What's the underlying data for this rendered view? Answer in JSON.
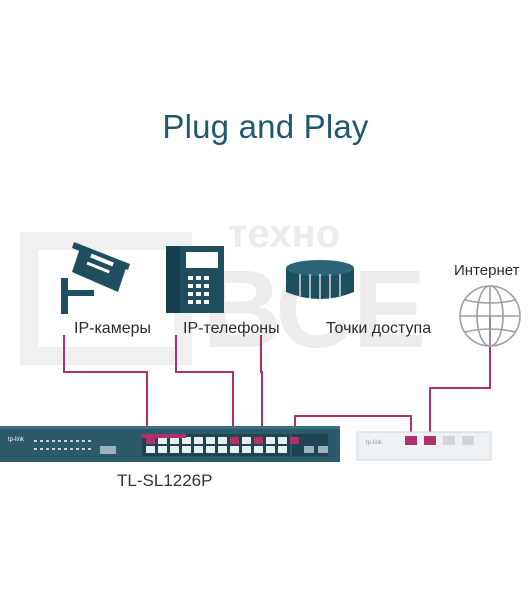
{
  "title": "Plug and Play",
  "watermark": {
    "line1": "техно",
    "line2": "ВСЕ"
  },
  "devices": {
    "camera": {
      "label": "IP-камеры",
      "icon": "ip-camera-icon"
    },
    "phone": {
      "label": "IP-телефоны",
      "icon": "ip-phone-icon"
    },
    "ap": {
      "label": "Точки доступа",
      "icon": "access-point-icon"
    },
    "internet": {
      "label": "Интернет",
      "icon": "globe-icon"
    }
  },
  "switch": {
    "model": "TL-SL1226P",
    "brand": "tp-link"
  },
  "router": {
    "brand": "tp-link"
  },
  "colors": {
    "title": "#1f5a6c",
    "device": "#1f4e5f",
    "link": "#b0306a",
    "switch_body": "#2d5a6a"
  }
}
